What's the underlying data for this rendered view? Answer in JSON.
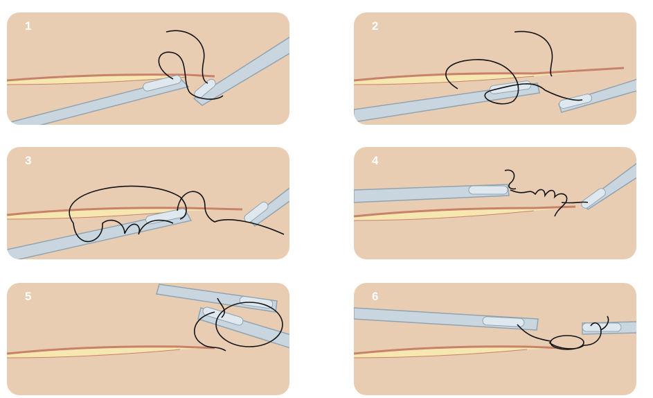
{
  "panels": [
    {
      "number": "1"
    },
    {
      "number": "2"
    },
    {
      "number": "3"
    },
    {
      "number": "4"
    },
    {
      "number": "5"
    },
    {
      "number": "6"
    }
  ],
  "colors": {
    "panel_background": "#e8cdb2",
    "wound_fill": "#f6e6b0",
    "wound_edge": "#c8826a",
    "instrument_fill": "#c9d6df",
    "instrument_stroke": "#8fa3b1",
    "suture": "#111111"
  },
  "icons": [
    "needle-holder-icon",
    "forceps-icon",
    "suture-thread-icon",
    "wound-edge-icon"
  ]
}
